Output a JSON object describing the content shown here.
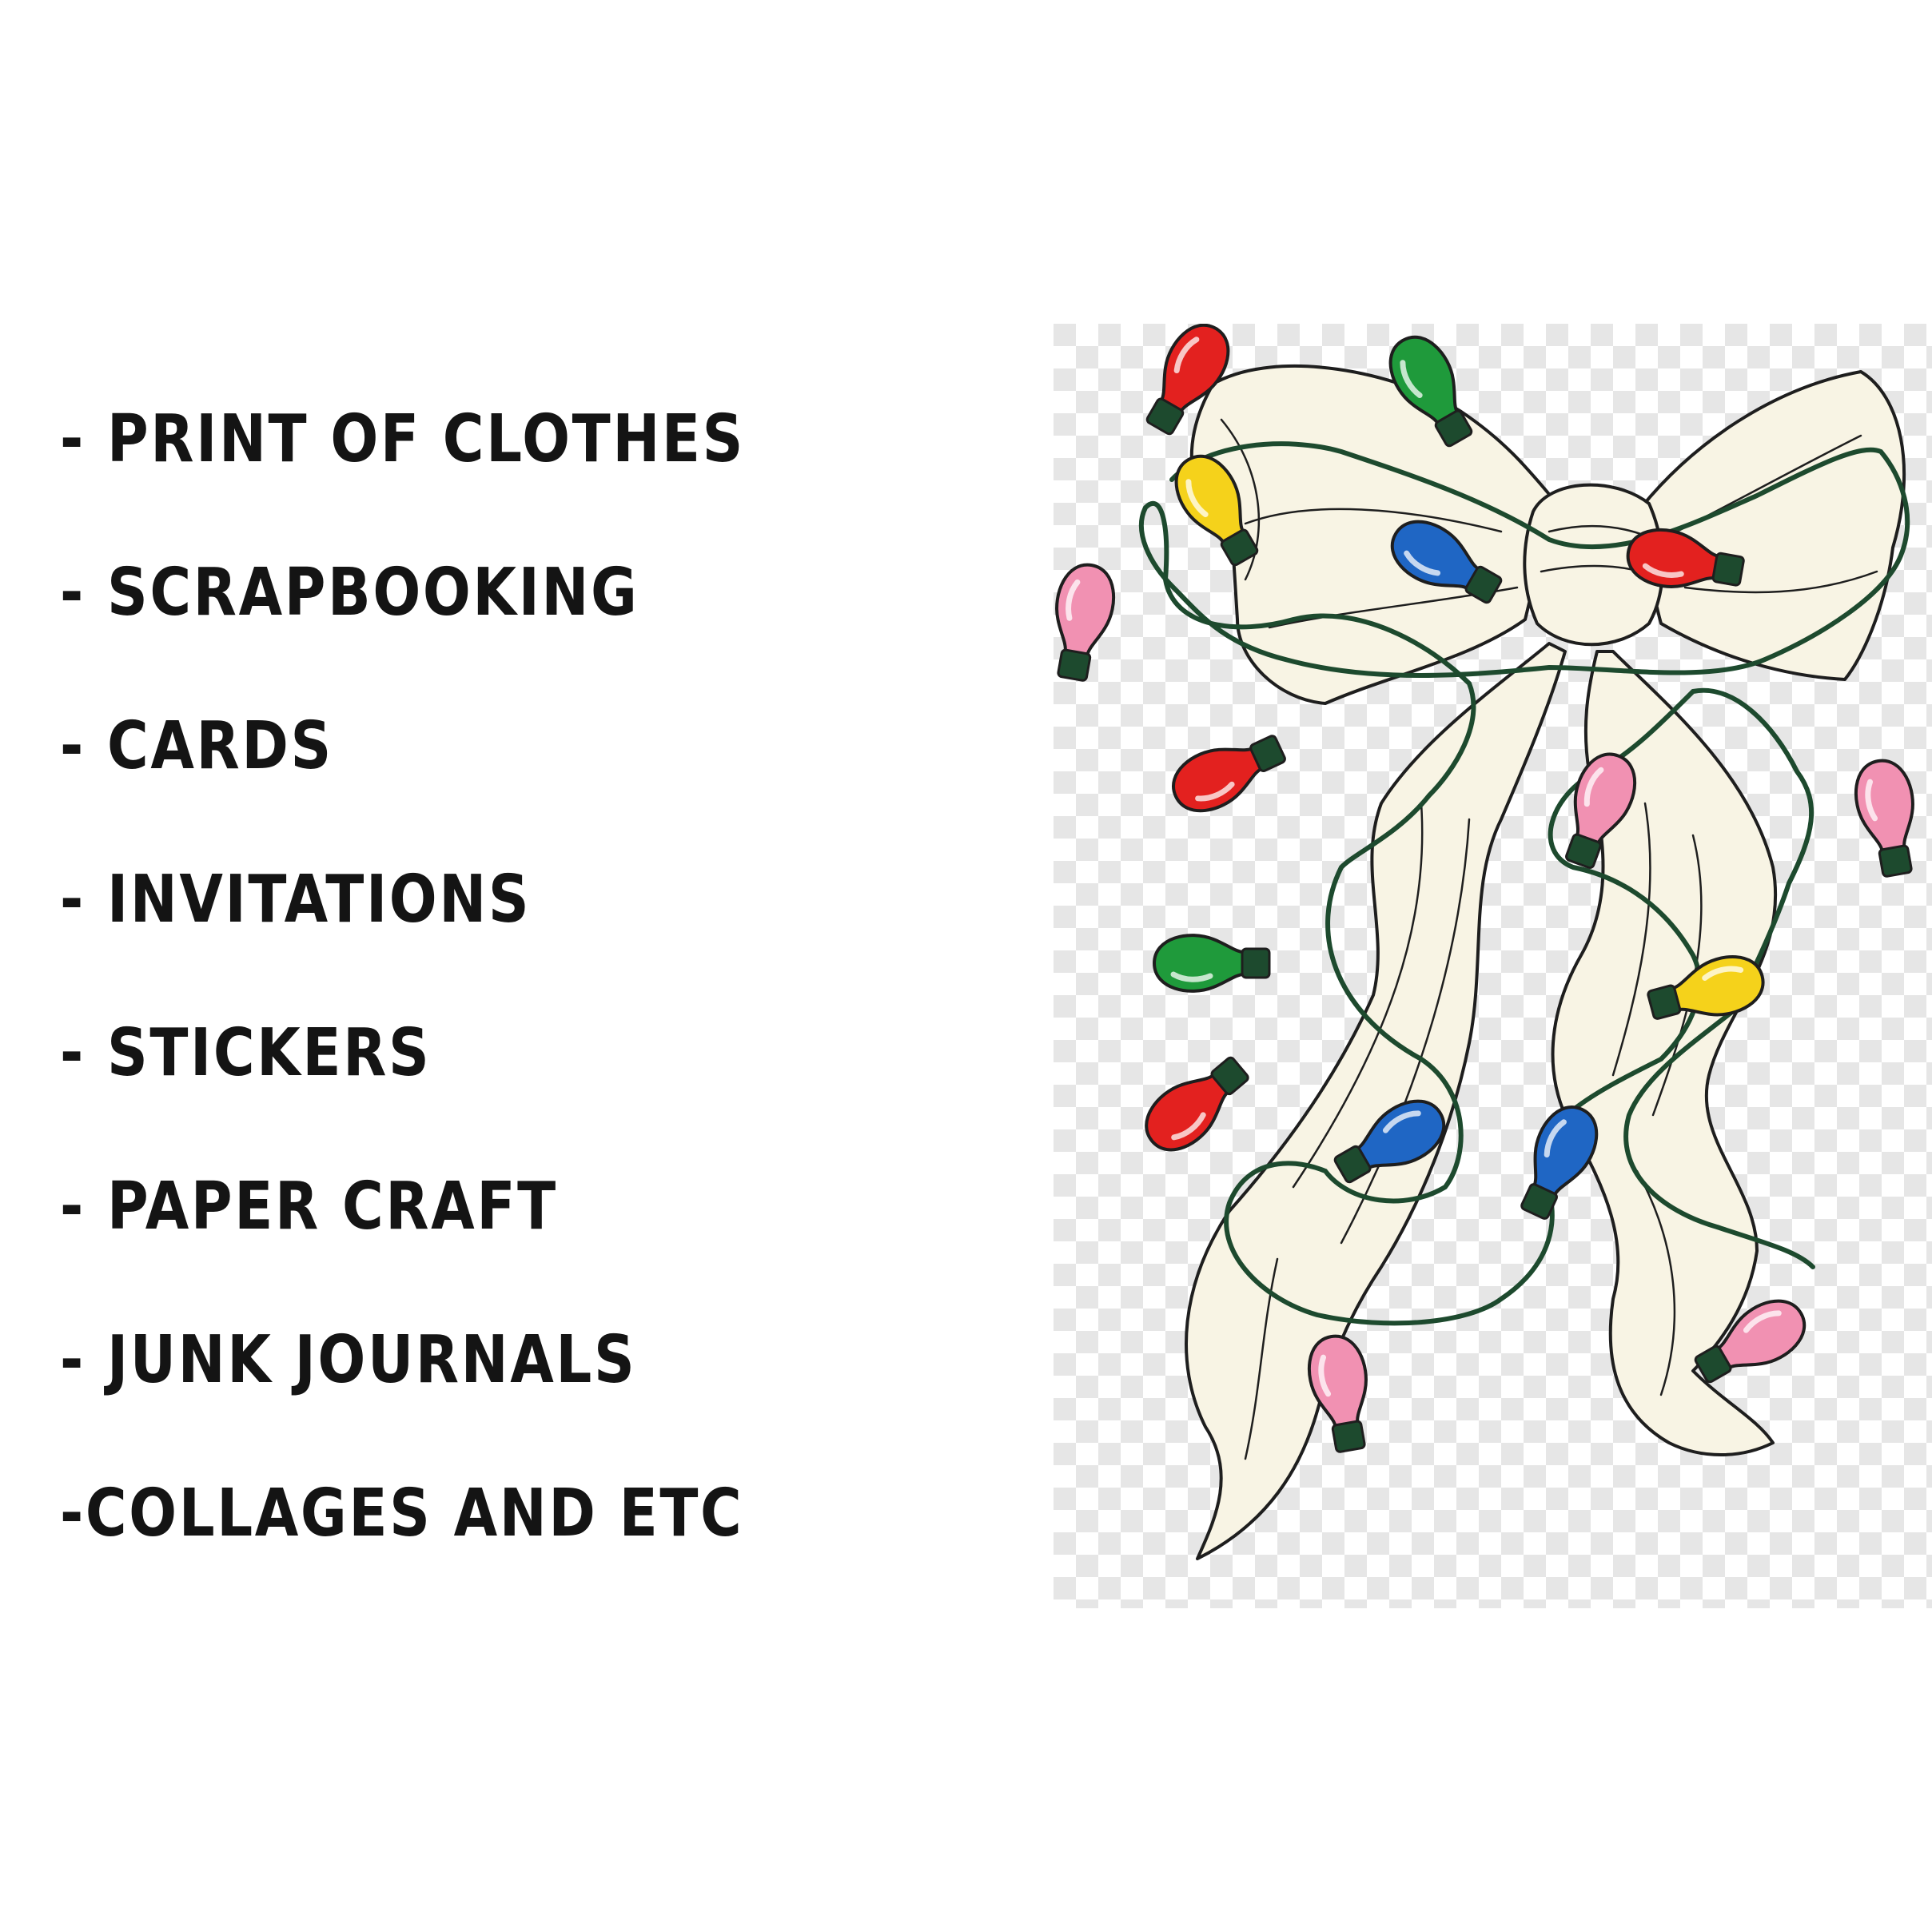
{
  "uses": [
    "- PRINT OF CLOTHES",
    "- SCRAPBOOKING",
    "- CARDS",
    "- INVITATIONS",
    "- STICKERS",
    "- PAPER CRAFT",
    "- JUNK JOURNALS",
    "-COLLAGES AND ETC"
  ],
  "artwork": {
    "subject": "cream-bow-with-christmas-lights",
    "ribbon_color": "#f8f4e4",
    "outline_color": "#1e1e1e",
    "wire_color": "#1d4a2e",
    "bulb_colors": {
      "red": "#e3211f",
      "green": "#1f9a3b",
      "yellow": "#f5d21b",
      "blue": "#1f66c4",
      "pink": "#f191b2"
    }
  }
}
